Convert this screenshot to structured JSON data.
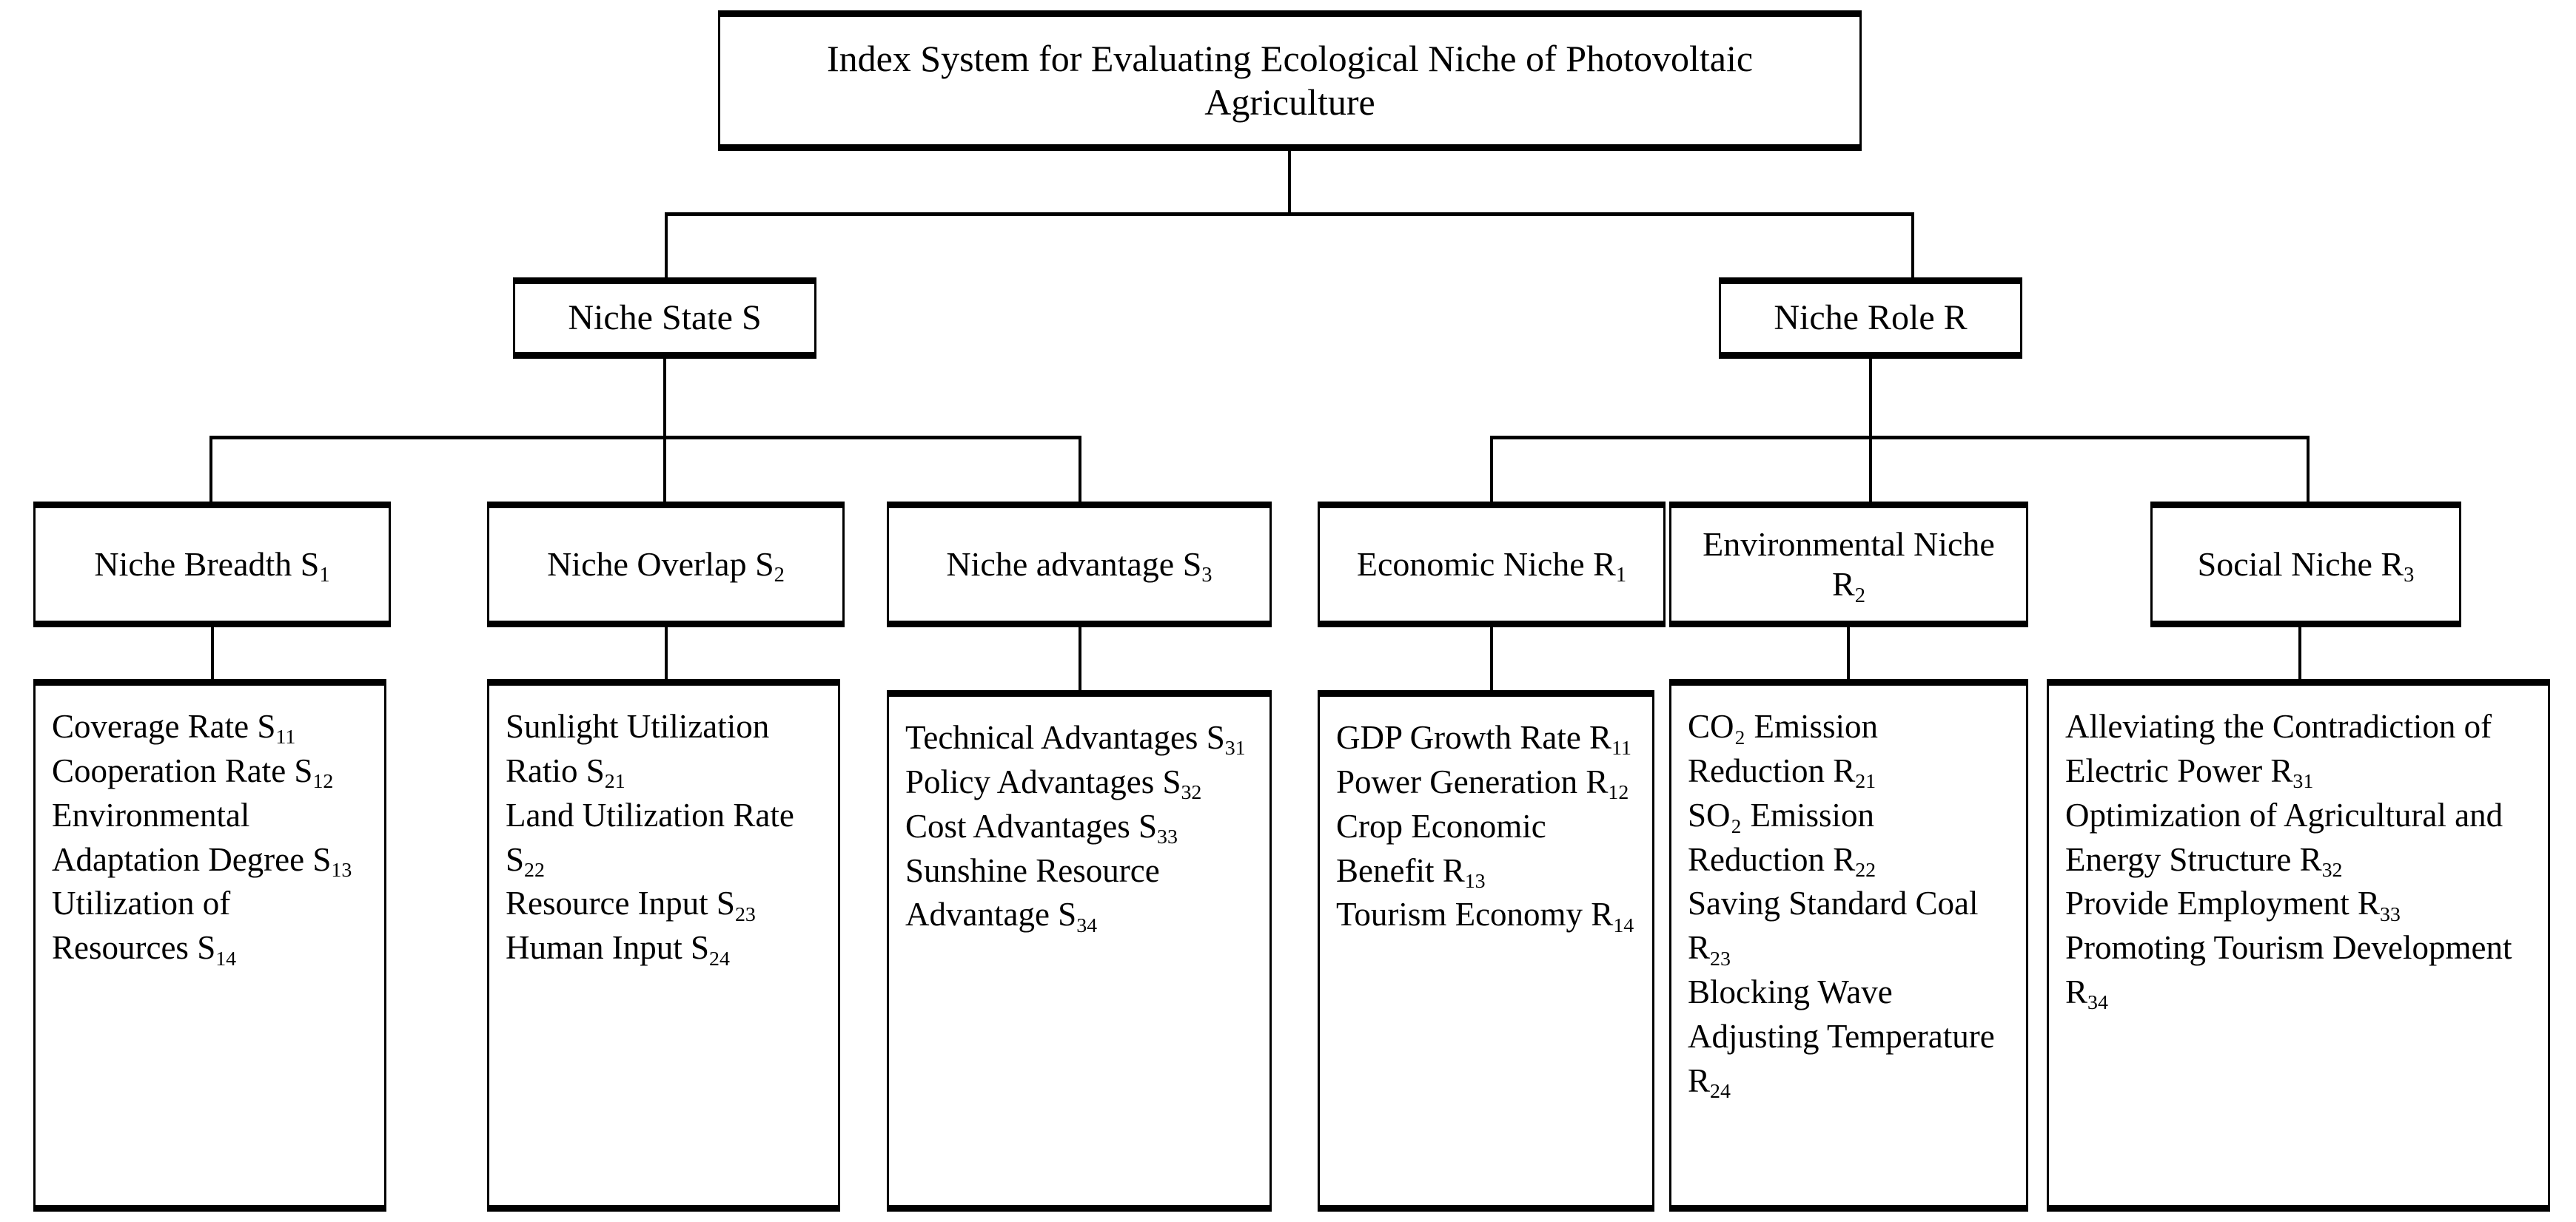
{
  "diagram": {
    "title": "Index System for Evaluating Ecological Niche of Photovoltaic Agriculture",
    "background_color": "#ffffff",
    "line_color": "#000000",
    "text_color": "#000000"
  },
  "root": {
    "label": "Index System for Evaluating Ecological Niche of Photovoltaic Agriculture"
  },
  "level2": [
    {
      "label": "Niche State S",
      "code": "S"
    },
    {
      "label": "Niche Role R",
      "code": "R"
    }
  ],
  "level3": [
    {
      "label": "Niche Breadth S",
      "sub": "1"
    },
    {
      "label": "Niche Overlap S",
      "sub": "2"
    },
    {
      "label": "Niche advantage S",
      "sub": "3"
    },
    {
      "label": "Economic Niche R",
      "sub": "1"
    },
    {
      "label": "Environmental Niche R",
      "sub": "2"
    },
    {
      "label": "Social Niche R",
      "sub": "3"
    }
  ],
  "leaves": [
    {
      "parent": "Niche Breadth S1",
      "items": [
        {
          "text": "Coverage Rate S",
          "sub": "11"
        },
        {
          "text": "Cooperation Rate S",
          "sub": "12"
        },
        {
          "text": "Environmental Adaptation Degree S",
          "sub": "13"
        },
        {
          "text": "Utilization of Resources S",
          "sub": "14"
        }
      ]
    },
    {
      "parent": "Niche Overlap S2",
      "items": [
        {
          "text": "Sunlight Utilization Ratio S",
          "sub": "21"
        },
        {
          "text": "Land Utilization Rate S",
          "sub": "22"
        },
        {
          "text": "Resource Input S",
          "sub": "23"
        },
        {
          "text": "Human Input S",
          "sub": "24"
        }
      ]
    },
    {
      "parent": "Niche advantage S3",
      "items": [
        {
          "text": "Technical Advantages S",
          "sub": "31"
        },
        {
          "text": "Policy Advantages S",
          "sub": "32"
        },
        {
          "text": "Cost Advantages S",
          "sub": "33"
        },
        {
          "text": "Sunshine Resource Advantage S",
          "sub": "34"
        }
      ]
    },
    {
      "parent": "Economic Niche R1",
      "items": [
        {
          "text": "GDP Growth Rate R",
          "sub": "11"
        },
        {
          "text": "Power Generation R",
          "sub": "12"
        },
        {
          "text": "Crop Economic Benefit R",
          "sub": "13"
        },
        {
          "text": "Tourism Economy R",
          "sub": "14"
        }
      ]
    },
    {
      "parent": "Environmental Niche R2",
      "items": [
        {
          "text": "CO₂ Emission Reduction R",
          "sub": "21"
        },
        {
          "text": "SO₂ Emission Reduction R",
          "sub": "22"
        },
        {
          "text": "Saving Standard Coal R",
          "sub": "23"
        },
        {
          "text": "Blocking Wave Adjusting Temperature R",
          "sub": "24"
        }
      ]
    },
    {
      "parent": "Social Niche R3",
      "items": [
        {
          "text": "Alleviating the Contradiction of Electric Power R",
          "sub": "31"
        },
        {
          "text": "Optimization of Agricultural and Energy Structure R",
          "sub": "32"
        },
        {
          "text": "Provide Employment R",
          "sub": "33"
        },
        {
          "text": "Promoting Tourism Development R",
          "sub": "34"
        }
      ]
    }
  ]
}
